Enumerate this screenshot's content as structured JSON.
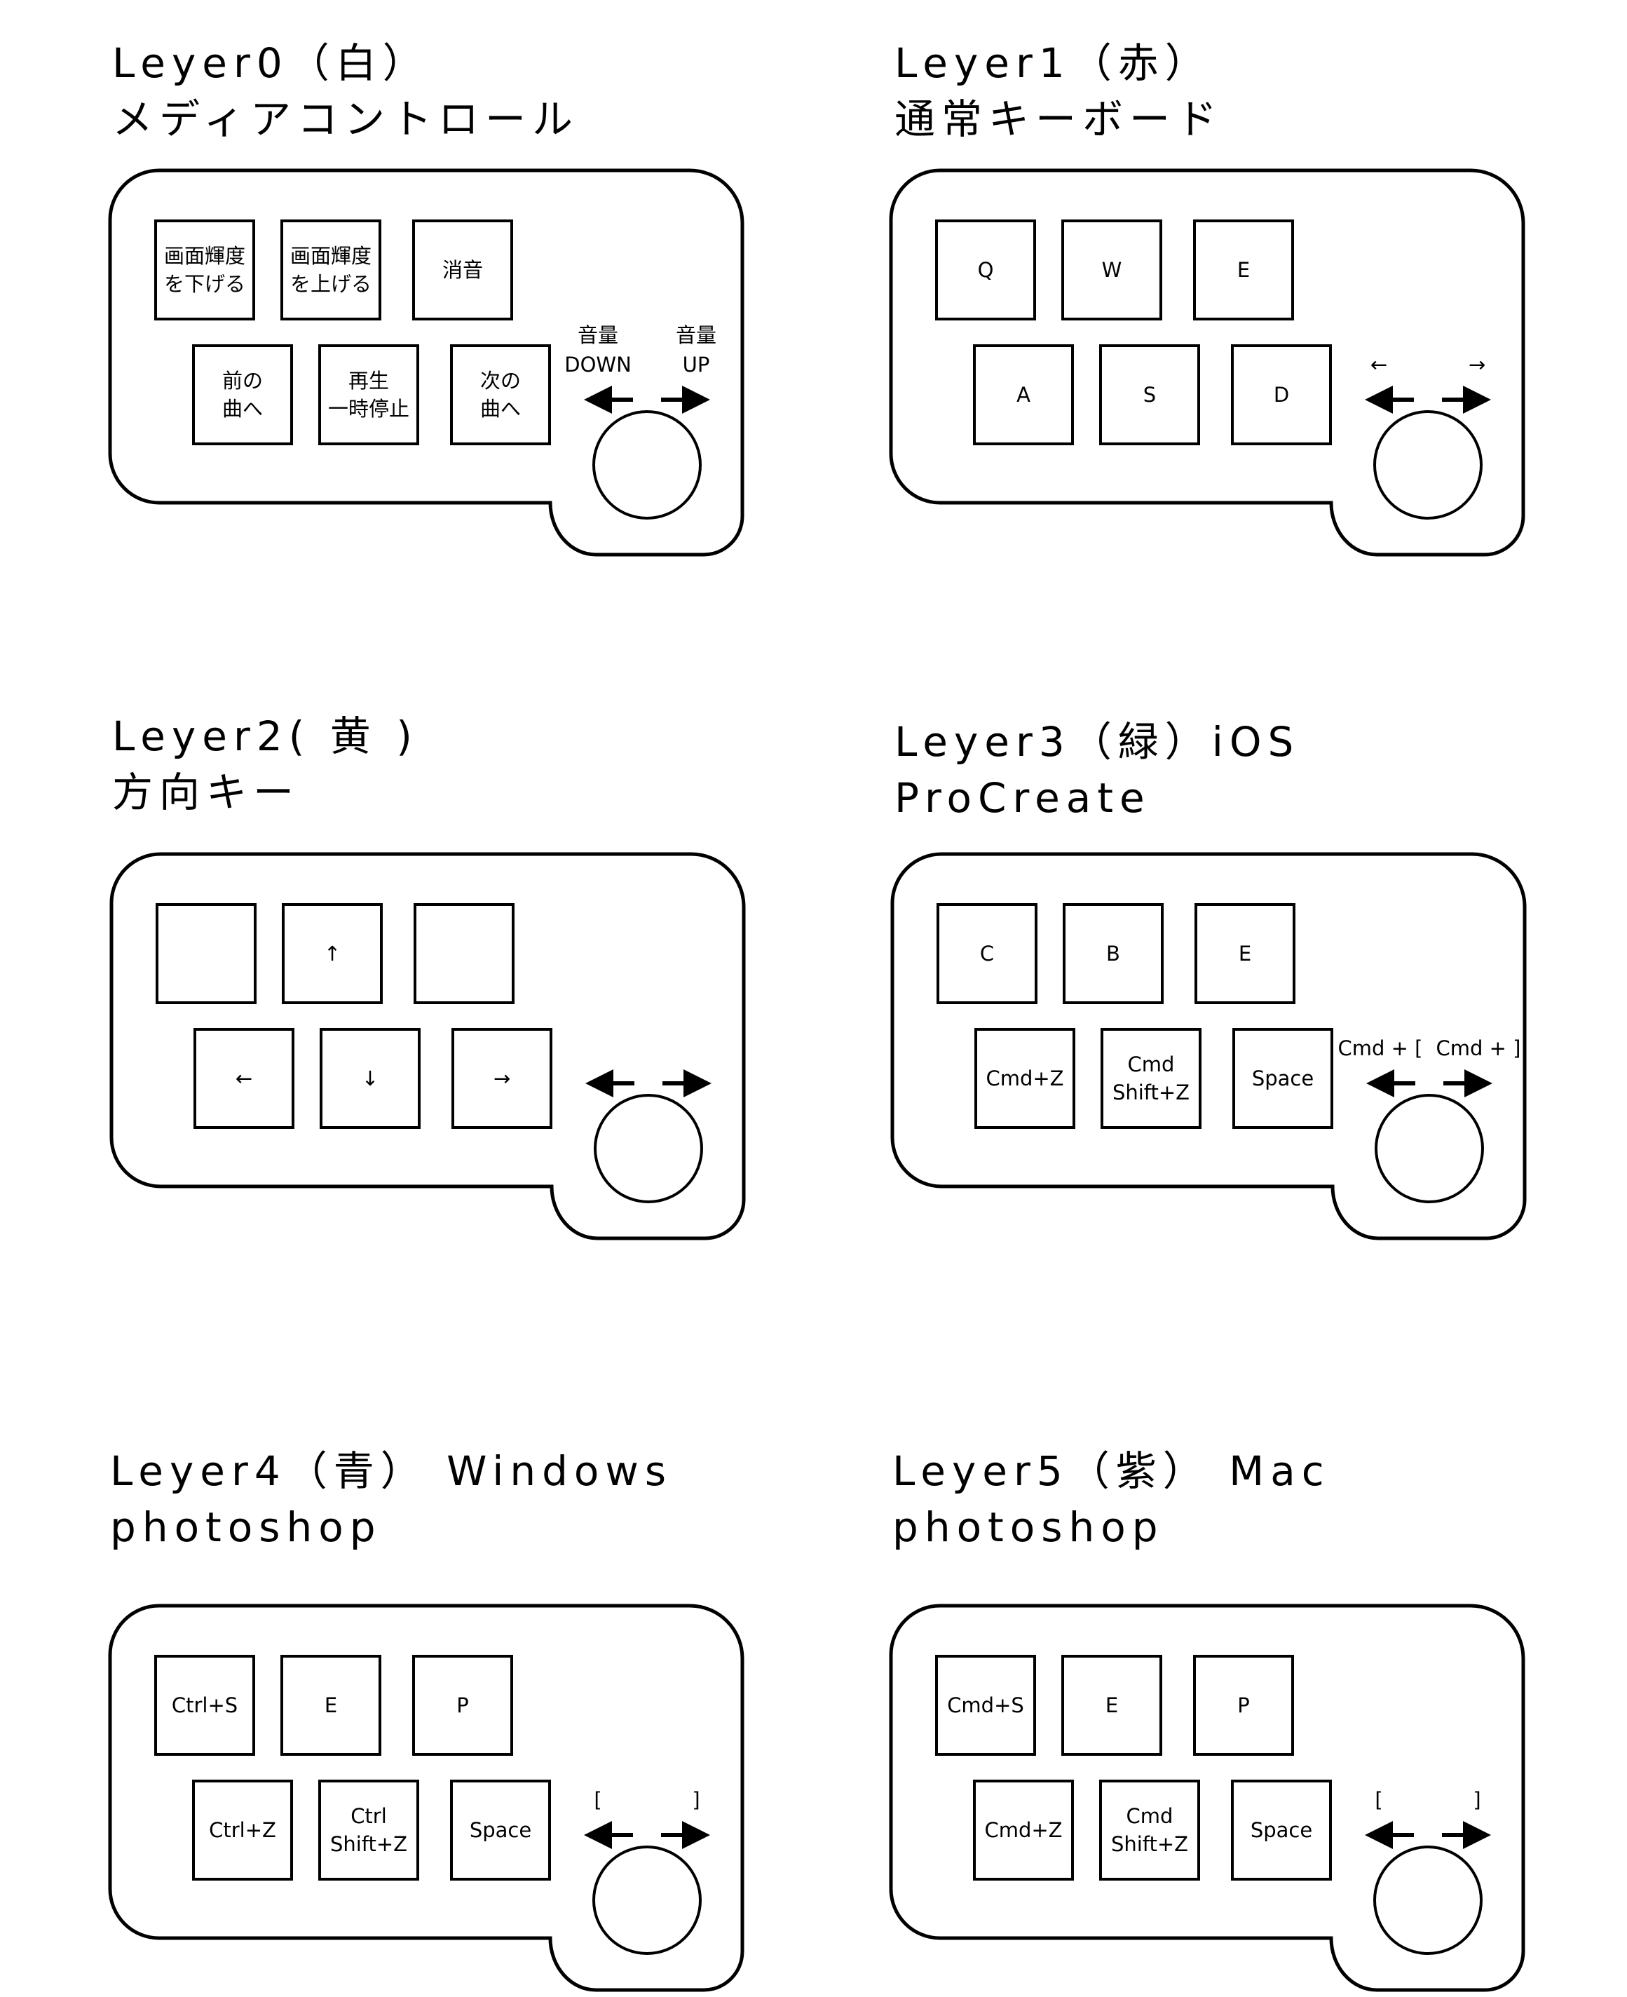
{
  "layers": [
    {
      "title": [
        "Leyer0（白）",
        "メディアコントロール"
      ],
      "keys": [
        [
          "画面輝度",
          "を下げる"
        ],
        [
          "画面輝度",
          "を上げる"
        ],
        [
          "消音"
        ],
        [
          "前の",
          "曲へ"
        ],
        [
          "再生",
          "一時停止"
        ],
        [
          "次の",
          "曲へ"
        ]
      ],
      "dial_left": [
        "音量",
        "DOWN"
      ],
      "dial_right": [
        "音量",
        "UP"
      ]
    },
    {
      "title": [
        "Leyer1（赤）",
        "通常キーボード"
      ],
      "keys": [
        [
          "Q"
        ],
        [
          "W"
        ],
        [
          "E"
        ],
        [
          "A"
        ],
        [
          "S"
        ],
        [
          "D"
        ]
      ],
      "dial_left": [
        "←"
      ],
      "dial_right": [
        "→"
      ]
    },
    {
      "title": [
        "Leyer2( 黄 )",
        "方向キー"
      ],
      "keys": [
        [],
        [
          "↑"
        ],
        [],
        [
          "←"
        ],
        [
          "↓"
        ],
        [
          "→"
        ]
      ],
      "dial_left": [],
      "dial_right": []
    },
    {
      "title": [
        "Leyer3（緑）iOS",
        "ProCreate"
      ],
      "keys": [
        [
          "C"
        ],
        [
          "B"
        ],
        [
          "E"
        ],
        [
          "Cmd+Z"
        ],
        [
          "Cmd",
          "Shift+Z"
        ],
        [
          "Space"
        ]
      ],
      "dial_left": [
        "Cmd + ["
      ],
      "dial_right": [
        "Cmd + ]"
      ]
    },
    {
      "title": [
        "Leyer4（青） Windows",
        "photoshop"
      ],
      "keys": [
        [
          "Ctrl+S"
        ],
        [
          "E"
        ],
        [
          "P"
        ],
        [
          "Ctrl+Z"
        ],
        [
          "Ctrl",
          "Shift+Z"
        ],
        [
          "Space"
        ]
      ],
      "dial_left": [
        "["
      ],
      "dial_right": [
        "]"
      ]
    },
    {
      "title": [
        "Leyer5（紫） Mac",
        "photoshop"
      ],
      "keys": [
        [
          "Cmd+S"
        ],
        [
          "E"
        ],
        [
          "P"
        ],
        [
          "Cmd+Z"
        ],
        [
          "Cmd",
          "Shift+Z"
        ],
        [
          "Space"
        ]
      ],
      "dial_left": [
        "["
      ],
      "dial_right": [
        "]"
      ]
    }
  ]
}
